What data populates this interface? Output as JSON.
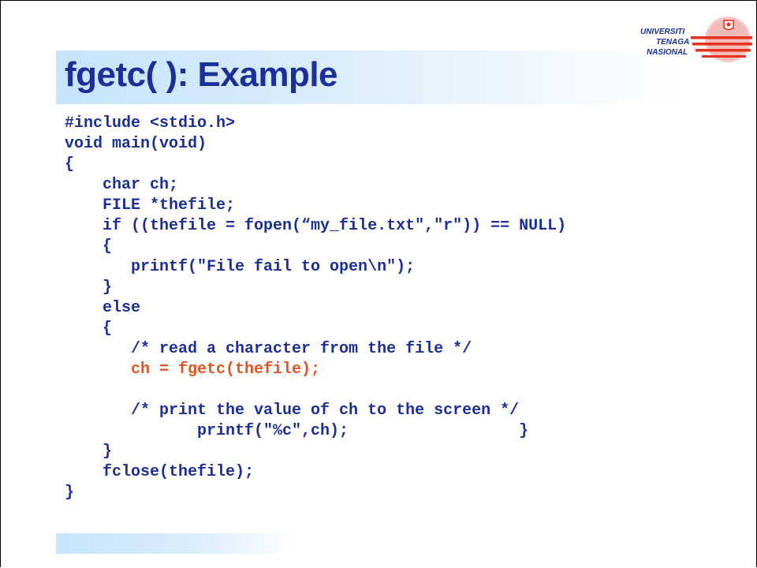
{
  "slide": {
    "title": "fgetc( ): Example",
    "logo": {
      "text_lines": [
        "UNIVERSITI",
        "TENAGA",
        "NASIONAL"
      ],
      "brand_color": "#1b2f9b",
      "accent_color": "#e8301e"
    },
    "colors": {
      "code": "#1b2f9b",
      "highlight": "#e8521e",
      "band": "#c6e4fb"
    },
    "code_lines": [
      {
        "text": "#include <stdio.h>",
        "highlight": false
      },
      {
        "text": "void main(void)",
        "highlight": false
      },
      {
        "text": "{",
        "highlight": false
      },
      {
        "text": "    char ch;",
        "highlight": false
      },
      {
        "text": "    FILE *thefile;",
        "highlight": false
      },
      {
        "text": "    if ((thefile = fopen(“my_file.txt\",\"r\")) == NULL)",
        "highlight": false
      },
      {
        "text": "    {",
        "highlight": false
      },
      {
        "text": "       printf(\"File fail to open\\n\");",
        "highlight": false
      },
      {
        "text": "    }",
        "highlight": false
      },
      {
        "text": "    else",
        "highlight": false
      },
      {
        "text": "    {",
        "highlight": false
      },
      {
        "text": "       /* read a character from the file */",
        "highlight": false
      },
      {
        "text": "       ch = fgetc(thefile);",
        "highlight": true
      },
      {
        "text": "",
        "highlight": false
      },
      {
        "text": "       /* print the value of ch to the screen */",
        "highlight": false
      },
      {
        "text": "              printf(\"%c\",ch);                  }",
        "highlight": false
      },
      {
        "text": "    }",
        "highlight": false
      },
      {
        "text": "    fclose(thefile);",
        "highlight": false
      },
      {
        "text": "}",
        "highlight": false
      }
    ]
  }
}
